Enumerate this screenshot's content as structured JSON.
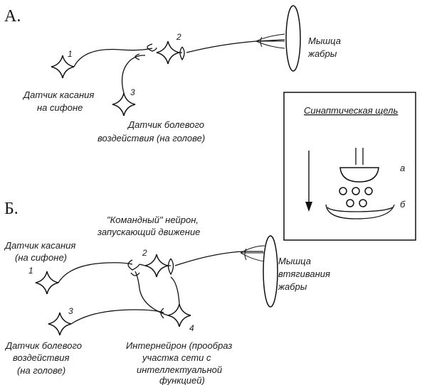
{
  "panel_a": {
    "letter": "А.",
    "n1": "1",
    "n2": "2",
    "n3": "3",
    "touch_1": "Датчик касания",
    "touch_2": "на сифоне",
    "pain_1": "Датчик болевого",
    "pain_2": "воздействия  (на   голове)",
    "muscle_1": "Мышца",
    "muscle_2": "жабры"
  },
  "inset": {
    "title": "Синаптическая щель",
    "label_a": "а",
    "label_b": "б"
  },
  "panel_b": {
    "letter": "Б.",
    "cmd_1": "\"Командный\" нейрон,",
    "cmd_2": "запускающий движение",
    "touch_1": "Датчик касания",
    "touch_2": "(на сифоне)",
    "n1": "1",
    "n2": "2",
    "n3": "3",
    "n4": "4",
    "muscle_1": "Мышца",
    "muscle_2": "втягивания",
    "muscle_3": "жабры",
    "pain_1": "Датчик болевого",
    "pain_2": "воздействия",
    "pain_3": "(на голове)",
    "inter_1": "Интернейрон (прообраз",
    "inter_2": "участка сети с",
    "inter_3": "интеллектуальной",
    "inter_4": "функцией)"
  }
}
